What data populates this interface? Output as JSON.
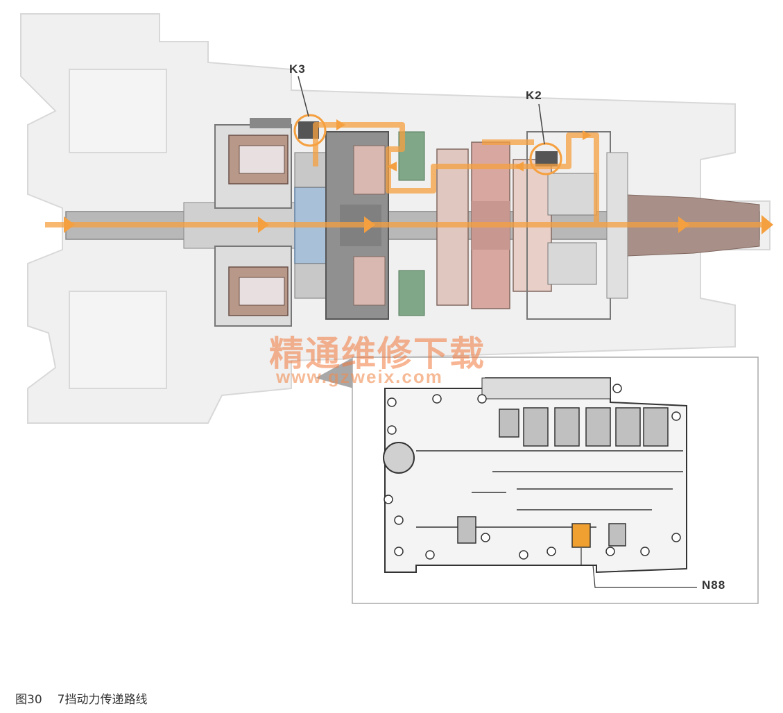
{
  "labels": {
    "k3": "K3",
    "k2": "K2",
    "n88": "N88"
  },
  "watermark": {
    "chinese": "精通维修下载",
    "url": "www.gzweix.com"
  },
  "caption": {
    "figure": "图30",
    "text": "7挡动力传递路线"
  },
  "colors": {
    "power_flow": "#f5a040",
    "highlight_valve": "#f0a030",
    "housing": "#eeeeee",
    "component_dark": "#8a8a8a",
    "component_light": "#c8c8c8",
    "brown": "#a07868",
    "pink": "#d8a8a0",
    "green": "#80a888",
    "blue": "#a8c0d8"
  }
}
